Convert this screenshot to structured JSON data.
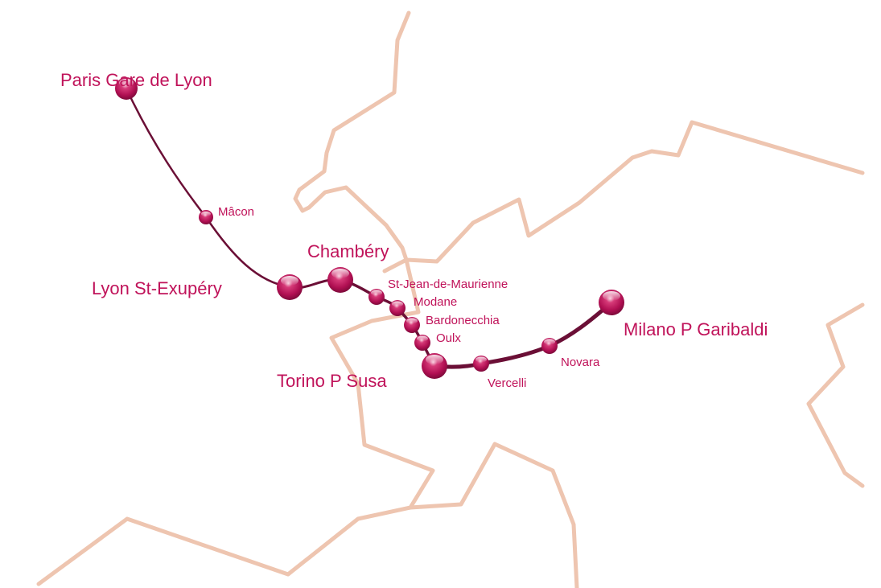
{
  "map": {
    "colors": {
      "border": "#eec5b0",
      "route": "#6b0f36",
      "station": "#c0135a",
      "label": "#c0135a",
      "background": "#ffffff"
    },
    "route": {
      "stations": [
        {
          "name": "Paris Gare de Lyon",
          "type": "major"
        },
        {
          "name": "Mâcon",
          "type": "minor"
        },
        {
          "name": "Lyon St-Exupéry",
          "type": "major"
        },
        {
          "name": "Chambéry",
          "type": "major"
        },
        {
          "name": "St-Jean-de-Maurienne",
          "type": "minor"
        },
        {
          "name": "Modane",
          "type": "minor"
        },
        {
          "name": "Bardonecchia",
          "type": "minor"
        },
        {
          "name": "Oulx",
          "type": "minor"
        },
        {
          "name": "Torino P Susa",
          "type": "major"
        },
        {
          "name": "Vercelli",
          "type": "minor"
        },
        {
          "name": "Novara",
          "type": "minor"
        },
        {
          "name": "Milano P Garibaldi",
          "type": "major"
        }
      ]
    }
  }
}
